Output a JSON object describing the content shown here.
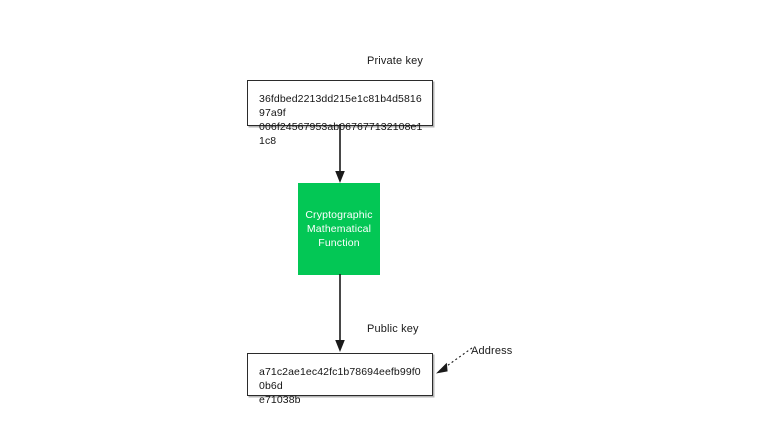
{
  "diagram": {
    "title_private": "Private key",
    "title_public": "Public key",
    "address_label": "Address",
    "colors": {
      "function_box_fill": "#03C755",
      "box_border": "#2b2b2b",
      "arrow": "#1a1a1a",
      "text": "#151515",
      "function_text": "#ffffff",
      "background": "#ffffff"
    },
    "private_key": {
      "line1": "36fdbed2213dd215e1c81b4d581697a9f",
      "line2": "006f24567953ab067677132108e11c8"
    },
    "function_box": {
      "line1": "Cryptographic",
      "line2": "Mathematical",
      "line3": "Function",
      "text": "Cryptographic\nMathematical\nFunction"
    },
    "public_key": {
      "line1": "a71c2ae1ec42fc1b78694eefb99f00b6d",
      "line2": "e71038b"
    }
  }
}
